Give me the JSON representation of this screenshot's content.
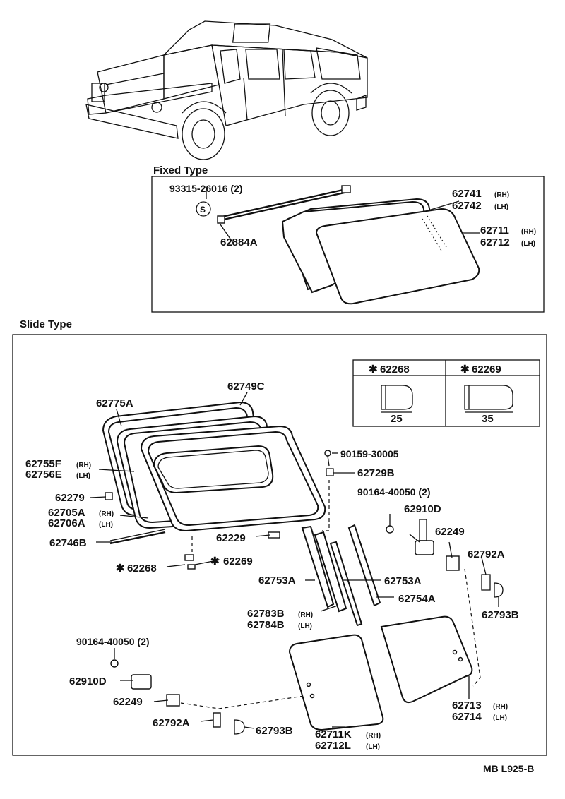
{
  "sections": {
    "fixed_title": "Fixed Type",
    "slide_title": "Slide Type"
  },
  "fixed": {
    "screw": "93315-26016 (2)",
    "s_mark": "S",
    "rail": "62884A",
    "weather_a": "62741",
    "weather_a_side": "(RH)",
    "weather_b": "62742",
    "weather_b_side": "(LH)",
    "glass_a": "62711",
    "glass_a_side": "(RH)",
    "glass_b": "62712",
    "glass_b_side": "(LH)"
  },
  "table": {
    "col1": "62268",
    "col2": "62269",
    "dim1": "25",
    "dim2": "35",
    "mark": "✱"
  },
  "slide": {
    "p62775A": "62775A",
    "p62749C": "62749C",
    "p62755F": "62755F",
    "p62755F_side": "(RH)",
    "p62756E": "62756E",
    "p62756E_side": "(LH)",
    "p62279": "62279",
    "p62705A": "62705A",
    "p62705A_side": "(RH)",
    "p62706A": "62706A",
    "p62706A_side": "(LH)",
    "p62746B": "62746B",
    "p62229": "62229",
    "p62268": "62268",
    "p62269": "62269",
    "p90159": "90159-30005",
    "p62729B": "62729B",
    "p90164_a": "90164-40050 (2)",
    "p62910D_a": "62910D",
    "p62249_a": "62249",
    "p62792A_a": "62792A",
    "p62793B_a": "62793B",
    "p62753A_l": "62753A",
    "p62753A_r": "62753A",
    "p62754A": "62754A",
    "p62783B": "62783B",
    "p62783B_side": "(RH)",
    "p62784B": "62784B",
    "p62784B_side": "(LH)",
    "p90164_b": "90164-40050 (2)",
    "p62910D_b": "62910D",
    "p62249_b": "62249",
    "p62792A_b": "62792A",
    "p62793B_b": "62793B",
    "p62711K": "62711K",
    "p62711K_side": "(RH)",
    "p62712L": "62712L",
    "p62712L_side": "(LH)",
    "p62713": "62713",
    "p62713_side": "(RH)",
    "p62714": "62714",
    "p62714_side": "(LH)"
  },
  "footer": {
    "code": "MB  L925-B"
  }
}
